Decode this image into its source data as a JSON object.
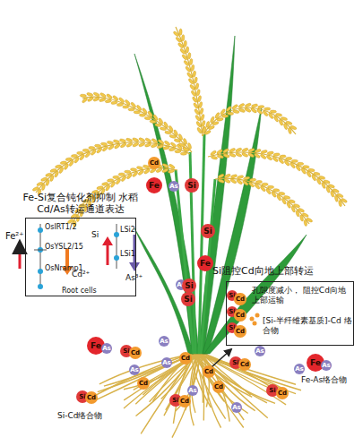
{
  "diagram": {
    "nodes": [
      {
        "text": [
          "Fe-Si复合钝化剂抑制 水稻Cd/As转运通道表达",
          "Root cells"
        ]
      },
      {
        "text": [
          "Si阻控Cd向地上部转运",
          "孔隙度减小， 阻控Cd向地上部运输",
          "[Si-半纤维素基质]-Cd 络合物"
        ]
      },
      {
        "text": [
          "Cd"
        ]
      },
      {
        "text": [
          "Fe"
        ]
      },
      {
        "text": [
          "As"
        ]
      },
      {
        "text": [
          "Si"
        ]
      },
      {
        "text": [
          "Si"
        ]
      },
      {
        "text": [
          "Fe"
        ]
      },
      {
        "text": [
          "As"
        ]
      },
      {
        "text": [
          "Si"
        ]
      },
      {
        "text": [
          "Si"
        ]
      },
      {
        "text": [
          "Si"
        ],
        "in": 1
      },
      {
        "text": [
          "Cd"
        ],
        "in": 1
      },
      {
        "text": [
          "Si"
        ],
        "in": 1
      },
      {
        "text": [
          "Cd"
        ],
        "in": 1
      },
      {
        "text": [
          "Si"
        ],
        "in": 1
      },
      {
        "text": [
          "Cd"
        ],
        "in": 1
      },
      {
        "text": [
          "As"
        ]
      },
      {
        "text": [
          "Fe"
        ]
      },
      {
        "text": [
          "As"
        ]
      },
      {
        "text": [
          "Si"
        ]
      },
      {
        "text": [
          "Cd"
        ]
      },
      {
        "text": [
          "As"
        ]
      },
      {
        "text": [
          "As"
        ]
      },
      {
        "text": [
          "Cd"
        ]
      },
      {
        "text": [
          "Si"
        ]
      },
      {
        "text": [
          "Cd"
        ]
      },
      {
        "text": [
          "Fe"
        ]
      },
      {
        "text": [
          "As"
        ]
      },
      {
        "text": [
          "As"
        ]
      },
      {
        "text": [
          "Cd"
        ]
      },
      {
        "text": [
          "As"
        ]
      },
      {
        "text": [
          "As"
        ]
      },
      {
        "text": [
          "Cd"
        ]
      },
      {
        "text": [
          "Si"
        ]
      },
      {
        "text": [
          "Cd"
        ]
      },
      {
        "text": [
          "Si"
        ]
      },
      {
        "text": [
          "Cd"
        ]
      },
      {
        "text": [
          "Si"
        ]
      },
      {
        "text": [
          "Cd"
        ]
      },
      {
        "text": [
          "As"
        ]
      },
      {
        "text": [
          "Cd"
        ]
      }
    ],
    "labels": [
      "Fe²⁺",
      "OsIRT1/2",
      "OsYSL2/15",
      "OsNramp1",
      "Cd²⁺",
      "Si",
      "LSi2",
      "LSi1",
      "As³⁺",
      "Si-Cd络合物",
      "Fe-As络合物"
    ]
  }
}
